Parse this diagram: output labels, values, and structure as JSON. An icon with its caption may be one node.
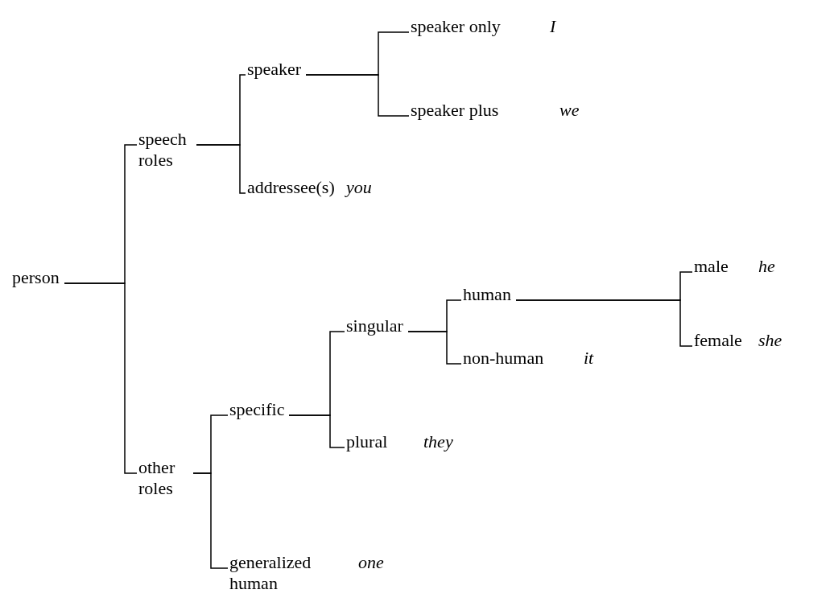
{
  "diagram": {
    "nodes": [
      {
        "text": [
          "person"
        ]
      },
      {
        "text": [
          "speech roles"
        ]
      },
      {
        "text": [
          "speaker"
        ]
      },
      {
        "text": [
          "speaker only"
        ],
        "beside": [
          "I"
        ]
      },
      {
        "text": [
          "speaker plus"
        ],
        "beside": [
          "we"
        ]
      },
      {
        "text": [
          "addressee(s)"
        ],
        "beside": [
          "you"
        ]
      },
      {
        "text": [
          "other roles"
        ]
      },
      {
        "text": [
          "specific"
        ]
      },
      {
        "text": [
          "singular"
        ]
      },
      {
        "text": [
          "human"
        ]
      },
      {
        "text": [
          "male"
        ],
        "beside": [
          "he"
        ]
      },
      {
        "text": [
          "female"
        ],
        "beside": [
          "she"
        ]
      },
      {
        "text": [
          "non-human"
        ],
        "beside": [
          "it"
        ]
      },
      {
        "text": [
          "plural"
        ],
        "beside": [
          "they"
        ]
      },
      {
        "text": [
          "generalized human"
        ],
        "beside": [
          "one"
        ]
      }
    ],
    "edges": [
      {
        "from": 0,
        "to": 1,
        "arrow": "none"
      },
      {
        "from": 0,
        "to": 6,
        "arrow": "none"
      },
      {
        "from": 1,
        "to": 2,
        "arrow": "none"
      },
      {
        "from": 1,
        "to": 5,
        "arrow": "none"
      },
      {
        "from": 2,
        "to": 3,
        "arrow": "none"
      },
      {
        "from": 2,
        "to": 4,
        "arrow": "none"
      },
      {
        "from": 6,
        "to": 7,
        "arrow": "none"
      },
      {
        "from": 6,
        "to": 14,
        "arrow": "none"
      },
      {
        "from": 7,
        "to": 8,
        "arrow": "none"
      },
      {
        "from": 7,
        "to": 13,
        "arrow": "none"
      },
      {
        "from": 8,
        "to": 9,
        "arrow": "none"
      },
      {
        "from": 8,
        "to": 12,
        "arrow": "none"
      },
      {
        "from": 9,
        "to": 10,
        "arrow": "none"
      },
      {
        "from": 9,
        "to": 11,
        "arrow": "none"
      }
    ]
  }
}
